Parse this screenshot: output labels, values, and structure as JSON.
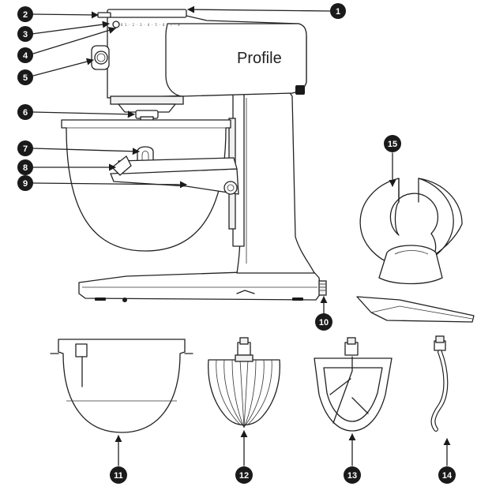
{
  "brand": {
    "label": "Profile"
  },
  "dial": {
    "speeds": "O 1 · 2 · 3 · 4 · 5 · 6 · 7 · 8"
  },
  "callouts": {
    "c1": "1",
    "c2": "2",
    "c3": "3",
    "c4": "4",
    "c5": "5",
    "c6": "6",
    "c7": "7",
    "c8": "8",
    "c9": "9",
    "c10": "10",
    "c11": "11",
    "c12": "12",
    "c13": "13",
    "c14": "14",
    "c15": "15"
  }
}
